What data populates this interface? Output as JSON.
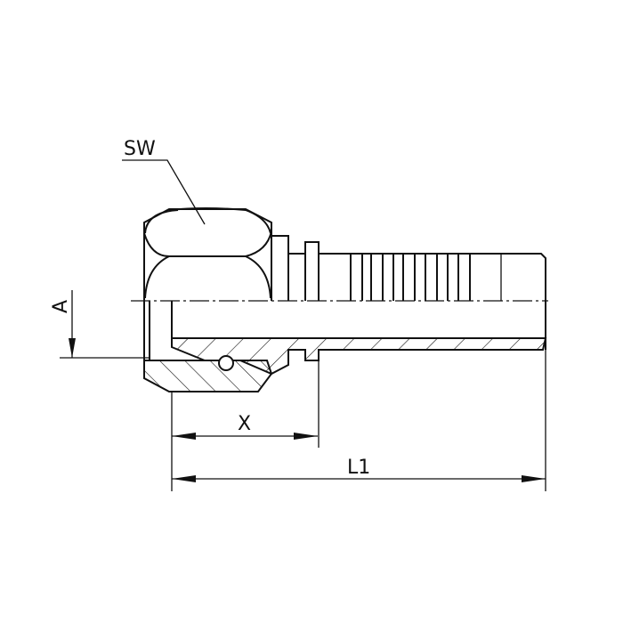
{
  "drawing": {
    "subject": "",
    "labels": {
      "wrench_size": "SW",
      "dimension_a": "A",
      "dimension_x": "X",
      "dimension_l1": "L1"
    },
    "line_color": "#111111",
    "background": "#ffffff"
  }
}
